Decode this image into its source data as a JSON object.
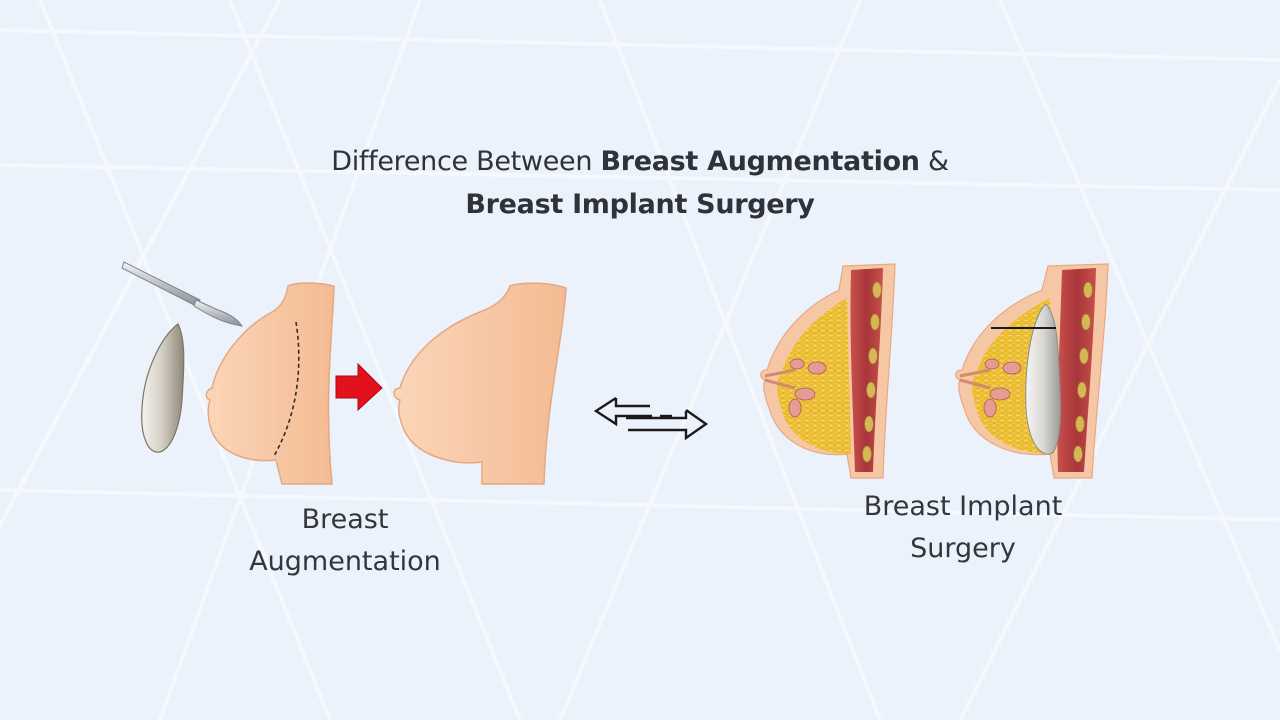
{
  "title": {
    "line1_prefix": "Difference Between ",
    "line1_bold": "Breast Augmentation",
    "line1_suffix": " &",
    "line2_bold": "Breast Implant Surgery"
  },
  "left_panel": {
    "caption_line1": "Breast",
    "caption_line2": "Augmentation",
    "elements": [
      "scalpel-icon",
      "silicone-implant",
      "breast-before-with-incision-line",
      "red-right-arrow",
      "breast-after-augmentation"
    ]
  },
  "center": {
    "icon": "bidirectional-arrows-icon"
  },
  "right_panel": {
    "caption_line1": "Breast Implant",
    "caption_line2": "Surgery",
    "elements": [
      "breast-cross-section-natural",
      "breast-cross-section-with-implant"
    ]
  },
  "colors": {
    "background": "#ecf2fb",
    "text": "#2f3339",
    "skin": "#f5c39e",
    "skin_dark": "#e8a47c",
    "arrow_red": "#e3101e",
    "fat_yellow": "#f2c22e",
    "muscle": "#b8413f",
    "implant": "#d9d6d0"
  }
}
